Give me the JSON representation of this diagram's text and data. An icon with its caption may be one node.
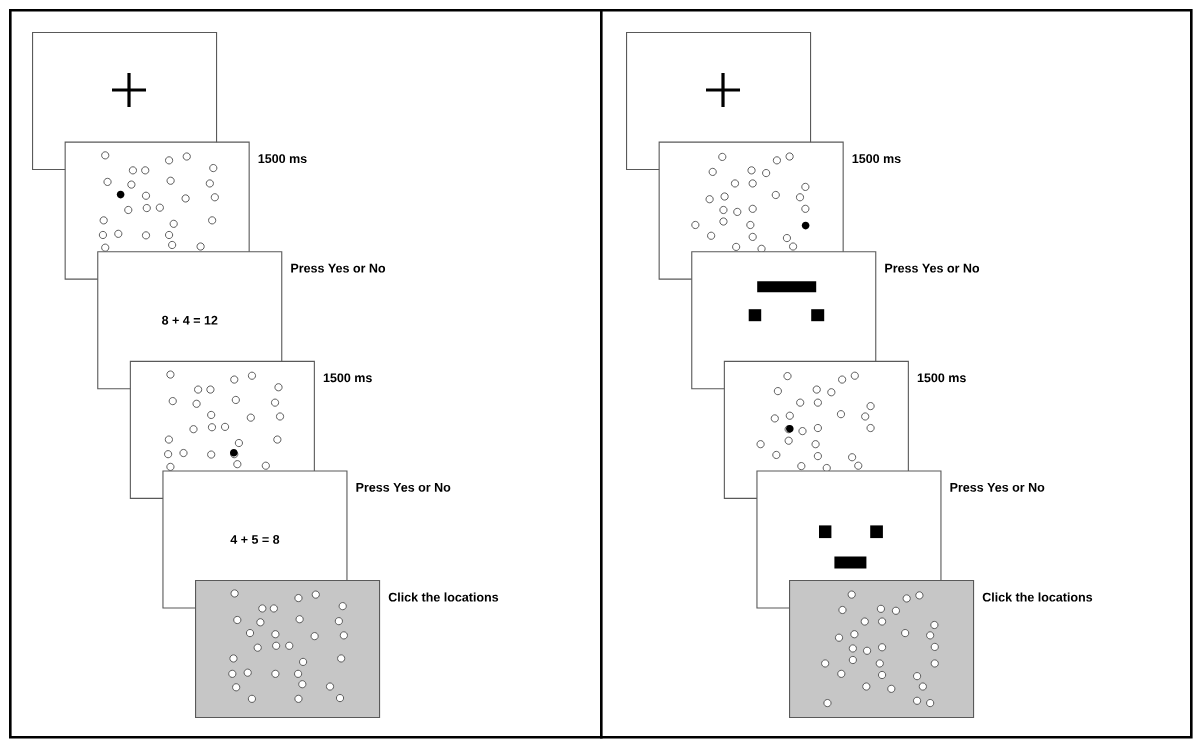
{
  "diagram": {
    "nodes": [
      {
        "text": [],
        "shape": "box"
      },
      {
        "text": [],
        "shape": "box",
        "in": 0
      },
      {
        "text": [],
        "shape": "box",
        "in": 0,
        "beside": [
          "1500 ms"
        ]
      },
      {
        "text": [
          "8 + 4 = 12"
        ],
        "in": 0,
        "beside": [
          "Press Yes or No"
        ]
      },
      {
        "text": [],
        "shape": "box",
        "in": 0,
        "beside": [
          "1500 ms"
        ]
      },
      {
        "text": [
          "4 + 5 = 8"
        ],
        "in": 0,
        "beside": [
          "Press Yes or No"
        ]
      },
      {
        "text": [],
        "shape": "box",
        "in": 0,
        "beside": [
          "Click the locations"
        ]
      },
      {
        "text": [],
        "shape": "box"
      },
      {
        "text": [],
        "shape": "box",
        "in": 7
      },
      {
        "text": [],
        "shape": "box",
        "in": 7,
        "beside": [
          "1500 ms"
        ]
      },
      {
        "text": [],
        "shape": "box",
        "in": 7,
        "beside": [
          "Press Yes or No"
        ]
      },
      {
        "text": [],
        "shape": "box",
        "in": 7,
        "beside": [
          "1500 ms"
        ]
      },
      {
        "text": [],
        "shape": "box",
        "in": 7,
        "beside": [
          "Press Yes or No"
        ]
      },
      {
        "text": [],
        "shape": "box",
        "in": 7,
        "beside": [
          "Click the locations"
        ]
      }
    ]
  }
}
